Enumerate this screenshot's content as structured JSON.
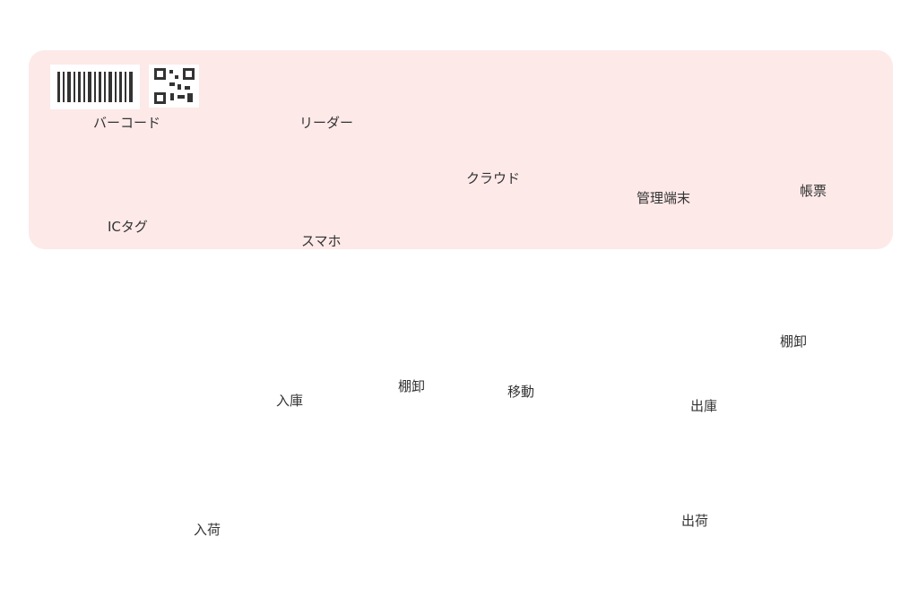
{
  "top": {
    "barcode": "バーコード",
    "ic_tag": "ICタグ",
    "reader": "リーダー",
    "smartphone": "スマホ",
    "cloud": "クラウド",
    "terminal": "管理端末",
    "ledger": "帳票"
  },
  "bottom": {
    "inbound": "入荷",
    "warehousing": "入庫",
    "stocktake_1": "棚卸",
    "move": "移動",
    "stocktake_2": "棚卸",
    "retrieval": "出庫",
    "shipping": "出荷"
  },
  "colors": {
    "panel_bg": "#fde9e8",
    "orange_arrow": "#ee6a1e",
    "green_arrow": "#3f8a2c",
    "floor": "#e4e4e4",
    "box": "#c38a48",
    "pallet": "#3b73d6",
    "truck_cab": "#1e7bd8",
    "truck_box": "#7d8085"
  }
}
